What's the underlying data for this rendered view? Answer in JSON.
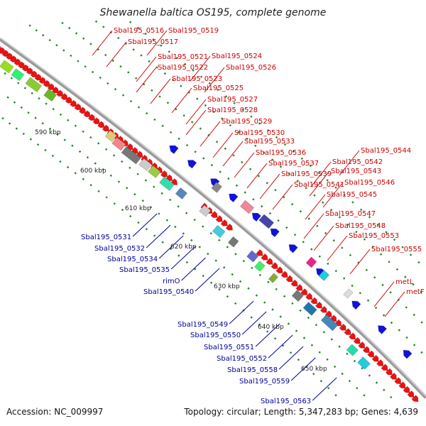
{
  "title": "Shewanella baltica OS195, complete genome",
  "accession": "Accession: NC_009997",
  "topology": "Topology: circular; Length: 5,347,283 bp; Genes: 4,639",
  "colors": {
    "forward_label": "#cc0000",
    "reverse_label": "#000099",
    "forward_gene": "#ee1111",
    "reverse_gene": "#1111dd",
    "backbone": "#888888",
    "tick_dot": "#228822"
  },
  "kbp_labels": [
    "590 kbp",
    "600 kbp",
    "610 kbp",
    "620 kbp",
    "630 kbp",
    "640 kbp",
    "650 kbp"
  ],
  "forward_labels": [
    "Sbal195_0516",
    "Sbal195_0519",
    "Sbal195_0517",
    "Sbal195_0521",
    "Sbal195_0524",
    "Sbal195_0522",
    "Sbal195_0526",
    "Sbal195_0523",
    "Sbal195_0525",
    "Sbal195_0527",
    "Sbal195_0528",
    "Sbal195_0529",
    "Sbal195_0530",
    "Sbal195_0533",
    "Sbal195_0536",
    "Sbal195_0544",
    "Sbal195_0537",
    "Sbal195_0542",
    "Sbal195_0539",
    "Sbal195_0543",
    "Sbal195_0541",
    "Sbal195_0546",
    "Sbal195_0545",
    "Sbal195_0547",
    "Sbal195_0548",
    "Sbal195_0553",
    "Sbal195_0555",
    "metL",
    "metF"
  ],
  "reverse_labels": [
    "Sbal195_0531",
    "Sbal195_0532",
    "Sbal195_0534",
    "Sbal195_0535",
    "rimO",
    "Sbal195_0540",
    "Sbal195_0549",
    "Sbal195_0550",
    "Sbal195_0551",
    "Sbal195_0552",
    "Sbal195_0558",
    "Sbal195_0559",
    "Sbal195_0563"
  ]
}
